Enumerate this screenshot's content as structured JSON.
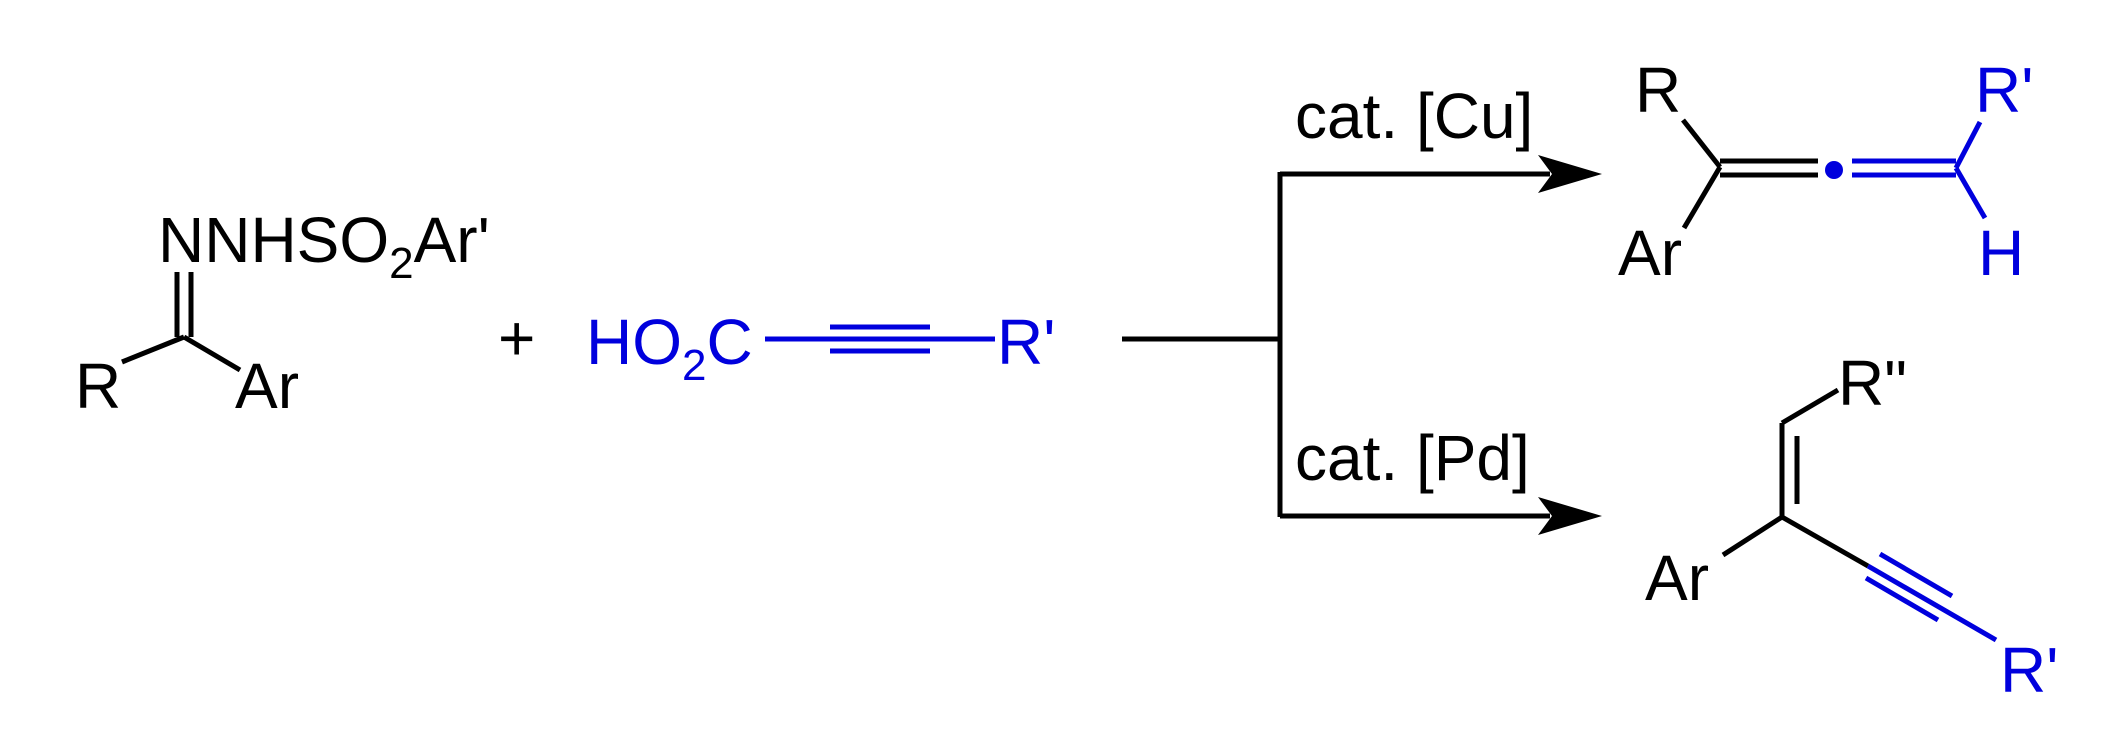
{
  "colors": {
    "black": "#000000",
    "blue": "#0000dd"
  },
  "reactant1": {
    "hydrazone_group": "NNHSO",
    "hydrazone_sub": "2",
    "hydrazone_tail": "Ar'",
    "r_label": "R",
    "ar_label": "Ar"
  },
  "plus_sign": "+",
  "reactant2": {
    "acid_head": "HO",
    "acid_sub": "2",
    "acid_tail": "C",
    "r_prime": "R'"
  },
  "conditions": {
    "top": "cat. [Cu]",
    "bottom": "cat. [Pd]"
  },
  "product_allene": {
    "r_label": "R",
    "ar_label": "Ar",
    "r_prime": "R'",
    "h_label": "H"
  },
  "product_enyne": {
    "r_double_prime": "R\"",
    "ar_label": "Ar",
    "r_prime": "R'"
  }
}
